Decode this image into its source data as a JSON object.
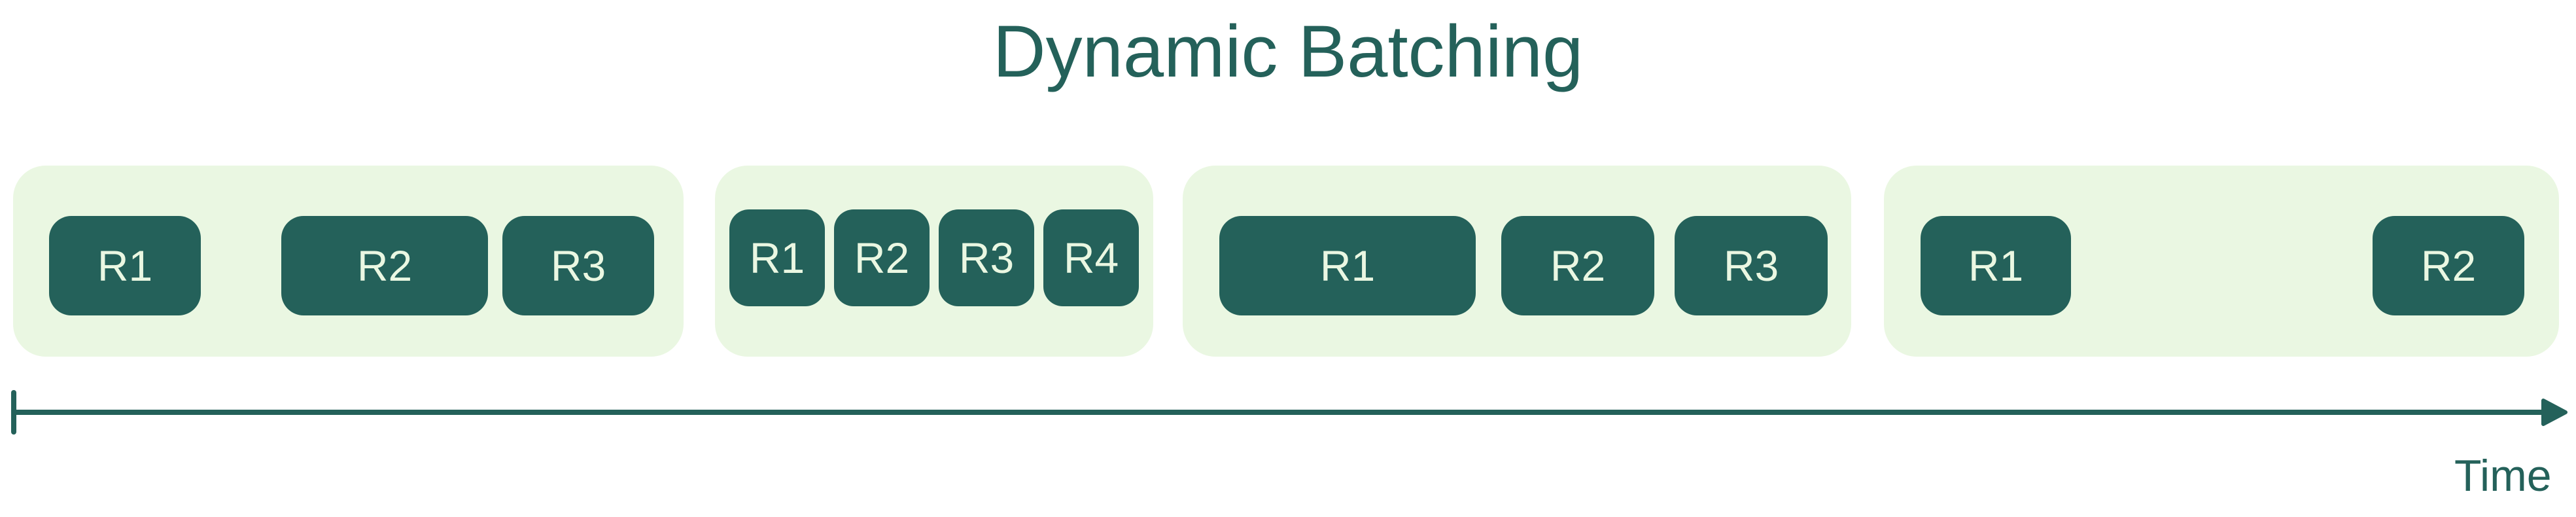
{
  "title": "Dynamic Batching",
  "colors": {
    "primary": "#24615a",
    "batch_background": "#eaf7e2",
    "request_text": "#eaf7e2",
    "background": "#ffffff"
  },
  "batches": [
    {
      "requests": [
        {
          "label": "R1"
        },
        {
          "label": "R2"
        },
        {
          "label": "R3"
        }
      ]
    },
    {
      "requests": [
        {
          "label": "R1"
        },
        {
          "label": "R2"
        },
        {
          "label": "R3"
        },
        {
          "label": "R4"
        }
      ]
    },
    {
      "requests": [
        {
          "label": "R1"
        },
        {
          "label": "R2"
        },
        {
          "label": "R3"
        }
      ]
    },
    {
      "requests": [
        {
          "label": "R1"
        },
        {
          "label": "R2"
        }
      ]
    }
  ],
  "axis": {
    "label": "Time"
  }
}
